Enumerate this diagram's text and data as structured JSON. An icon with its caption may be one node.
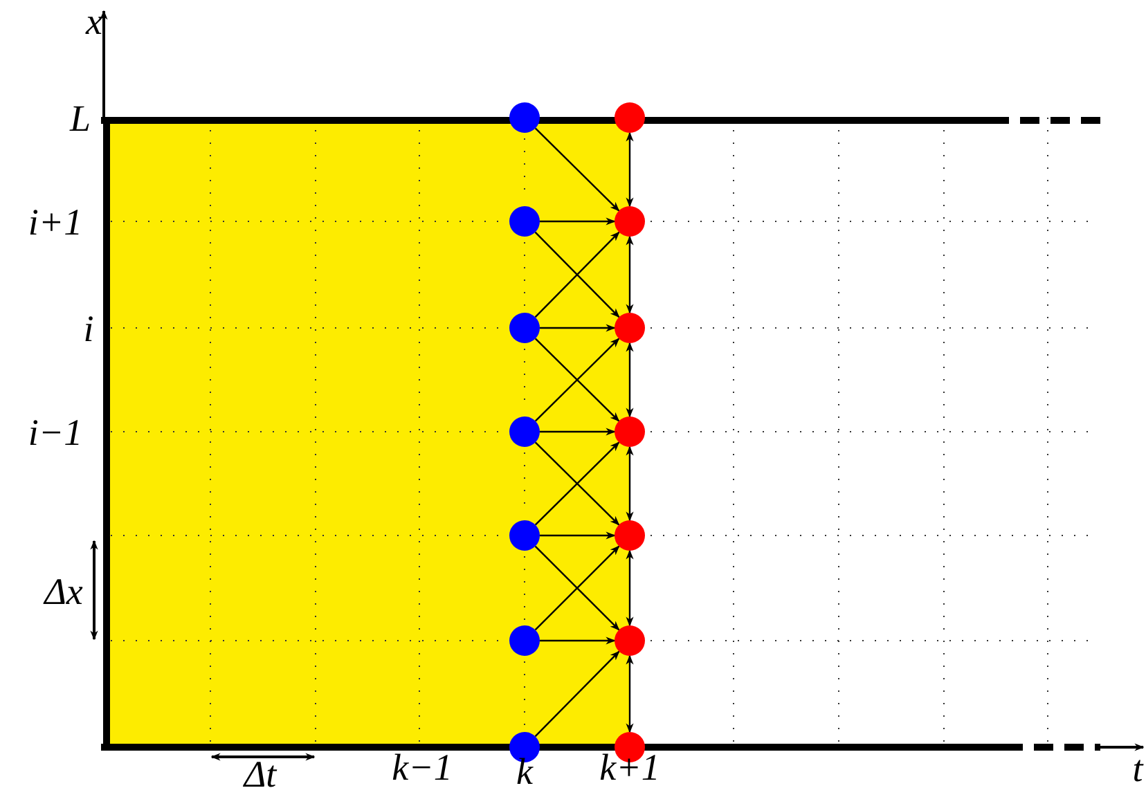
{
  "diagram": {
    "nodes": [
      {
        "text": [],
        "shape": "circle"
      },
      {
        "text": [],
        "shape": "circle"
      },
      {
        "text": [],
        "shape": "circle"
      },
      {
        "text": [],
        "shape": "circle"
      },
      {
        "text": [],
        "shape": "circle"
      },
      {
        "text": [],
        "shape": "circle"
      },
      {
        "text": [],
        "shape": "circle"
      },
      {
        "text": [],
        "shape": "circle"
      },
      {
        "text": [],
        "shape": "circle"
      },
      {
        "text": [],
        "shape": "circle"
      },
      {
        "text": [],
        "shape": "circle"
      },
      {
        "text": [],
        "shape": "circle"
      },
      {
        "text": [],
        "shape": "circle"
      },
      {
        "text": [],
        "shape": "circle"
      }
    ],
    "edges": [
      {
        "from": 0,
        "to": 8,
        "arrow": "to"
      },
      {
        "from": 1,
        "to": 8,
        "arrow": "to"
      },
      {
        "from": 1,
        "to": 9,
        "arrow": "to"
      },
      {
        "from": 2,
        "to": 8,
        "arrow": "to"
      },
      {
        "from": 2,
        "to": 9,
        "arrow": "to"
      },
      {
        "from": 2,
        "to": 10,
        "arrow": "to"
      },
      {
        "from": 3,
        "to": 9,
        "arrow": "to"
      },
      {
        "from": 3,
        "to": 10,
        "arrow": "to"
      },
      {
        "from": 3,
        "to": 11,
        "arrow": "to"
      },
      {
        "from": 4,
        "to": 10,
        "arrow": "to"
      },
      {
        "from": 4,
        "to": 11,
        "arrow": "to"
      },
      {
        "from": 4,
        "to": 12,
        "arrow": "to"
      },
      {
        "from": 5,
        "to": 11,
        "arrow": "to"
      },
      {
        "from": 5,
        "to": 12,
        "arrow": "to"
      },
      {
        "from": 6,
        "to": 12,
        "arrow": "to"
      },
      {
        "from": 7,
        "to": 8,
        "arrow": "both"
      },
      {
        "from": 8,
        "to": 9,
        "arrow": "both"
      },
      {
        "from": 9,
        "to": 10,
        "arrow": "both"
      },
      {
        "from": 10,
        "to": 11,
        "arrow": "both"
      },
      {
        "from": 11,
        "to": 12,
        "arrow": "both"
      },
      {
        "from": 12,
        "to": 13,
        "arrow": "both"
      }
    ],
    "labels": [
      "x",
      "L",
      "i+1",
      "i",
      "i−1",
      "Δx",
      "Δt",
      "k−1",
      "k",
      "k+1",
      "t"
    ]
  }
}
